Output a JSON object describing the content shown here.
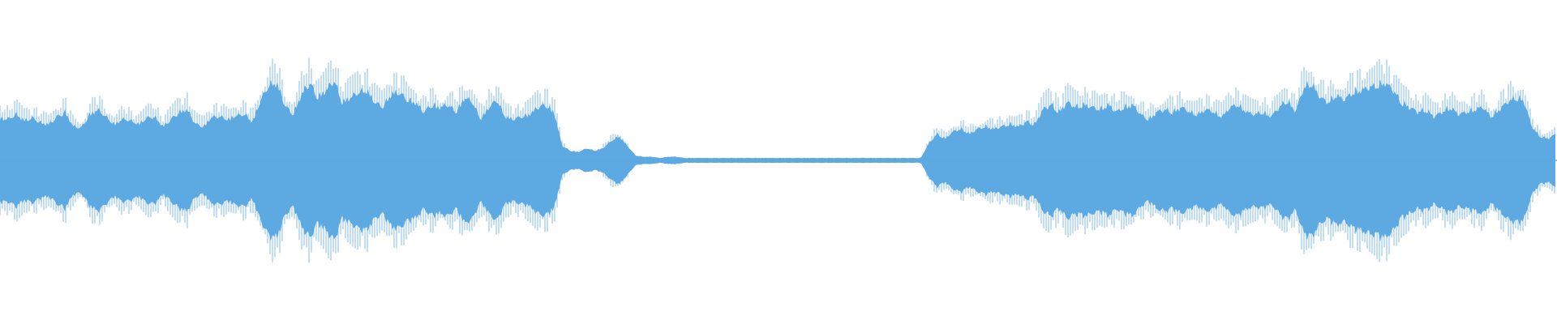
{
  "waveform": {
    "color": "#5DA9E1",
    "background": "#FFFFFF",
    "envelope": [
      0.35,
      0.34,
      0.38,
      0.33,
      0.35,
      0.31,
      0.3,
      0.36,
      0.4,
      0.28,
      0.27,
      0.38,
      0.42,
      0.36,
      0.3,
      0.34,
      0.33,
      0.3,
      0.35,
      0.36,
      0.28,
      0.34,
      0.4,
      0.42,
      0.3,
      0.28,
      0.36,
      0.36,
      0.34,
      0.37,
      0.38,
      0.32,
      0.5,
      0.62,
      0.64,
      0.45,
      0.38,
      0.55,
      0.64,
      0.52,
      0.58,
      0.66,
      0.48,
      0.52,
      0.56,
      0.58,
      0.48,
      0.44,
      0.55,
      0.56,
      0.5,
      0.48,
      0.4,
      0.46,
      0.44,
      0.46,
      0.4,
      0.52,
      0.48,
      0.34,
      0.44,
      0.5,
      0.36,
      0.34,
      0.36,
      0.38,
      0.44,
      0.46,
      0.4,
      0.12,
      0.08,
      0.07,
      0.1,
      0.08,
      0.1,
      0.16,
      0.2,
      0.12,
      0.04,
      0.03,
      0.03,
      0.02,
      0.03,
      0.03,
      0.02,
      0.02,
      0.02,
      0.02,
      0.02,
      0.02,
      0.02,
      0.02,
      0.02,
      0.02,
      0.02,
      0.02,
      0.02,
      0.02,
      0.02,
      0.02,
      0.02,
      0.02,
      0.02,
      0.02,
      0.02,
      0.02,
      0.02,
      0.02,
      0.02,
      0.02,
      0.02,
      0.02,
      0.02,
      0.02,
      0.14,
      0.22,
      0.18,
      0.24,
      0.26,
      0.22,
      0.26,
      0.28,
      0.26,
      0.28,
      0.3,
      0.28,
      0.32,
      0.3,
      0.42,
      0.46,
      0.4,
      0.48,
      0.44,
      0.46,
      0.44,
      0.42,
      0.46,
      0.4,
      0.44,
      0.46,
      0.38,
      0.34,
      0.4,
      0.42,
      0.4,
      0.44,
      0.4,
      0.38,
      0.42,
      0.4,
      0.36,
      0.44,
      0.46,
      0.4,
      0.38,
      0.4,
      0.36,
      0.44,
      0.5,
      0.4,
      0.6,
      0.64,
      0.52,
      0.48,
      0.54,
      0.5,
      0.56,
      0.58,
      0.6,
      0.62,
      0.64,
      0.58,
      0.48,
      0.44,
      0.4,
      0.42,
      0.36,
      0.4,
      0.44,
      0.38,
      0.4,
      0.42,
      0.44,
      0.36,
      0.42,
      0.48,
      0.52,
      0.5,
      0.28,
      0.2,
      0.18,
      0.22
    ]
  }
}
